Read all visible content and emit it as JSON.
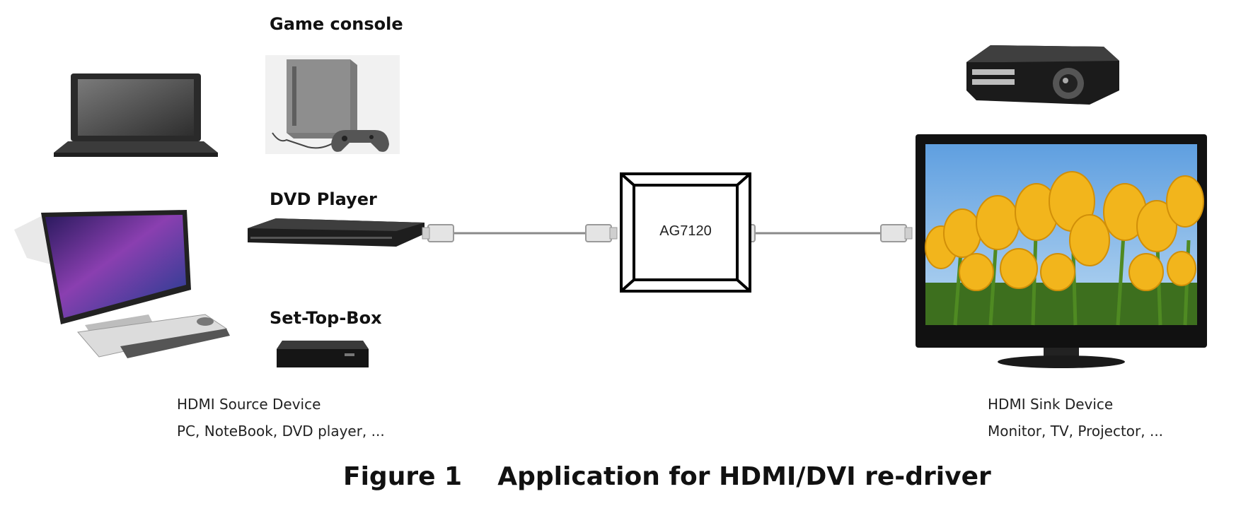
{
  "labels": {
    "game_console": "Game console",
    "dvd_player": "DVD Player",
    "set_top_box": "Set-Top-Box",
    "chip": "AG7120"
  },
  "source": {
    "title": "HDMI Source Device",
    "examples": "PC, NoteBook, DVD player, ..."
  },
  "sink": {
    "title": "HDMI Sink Device",
    "examples": "Monitor, TV, Projector, ..."
  },
  "caption": {
    "number": "Figure 1",
    "text": "Application for HDMI/DVI re-driver"
  },
  "colors": {
    "cable": "#8a8a8a",
    "chip_border": "#000000",
    "tv_frame": "#111111",
    "sky": "#7fb6e6",
    "tulip": "#f2b51c",
    "grass": "#3d6f1e"
  },
  "icons": [
    "laptop-icon",
    "desktop-pc-icon",
    "game-console-icon",
    "dvd-player-icon",
    "set-top-box-icon",
    "projector-icon",
    "tv-monitor-icon"
  ]
}
